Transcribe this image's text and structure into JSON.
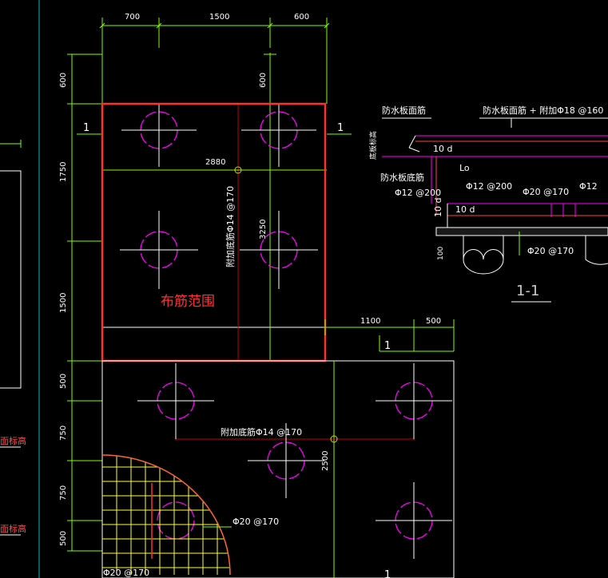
{
  "dims_top": [
    "700",
    "1500",
    "600"
  ],
  "dim_top_inner": "600",
  "dims_left": [
    "600",
    "1750",
    "1500",
    "500",
    "750",
    "750",
    "500"
  ],
  "dims_right": [
    "1100",
    "500"
  ],
  "dim_2880": "2880",
  "dim_3250": "3250",
  "dim_2500": "2500",
  "section_marks": [
    "1",
    "1",
    "1",
    "1"
  ],
  "range_label": "布筋范围",
  "vertical_rebar_label": "附加底筋Φ14 @170",
  "horizontal_rebar_label": "附加底筋Φ14 @170",
  "bottom_rebar_label": "Φ20 @170",
  "bottom_left_label": "Φ20 @170",
  "section": {
    "label_top_left": "防水板面筋",
    "label_top_right": "防水板面筋 + 附加Φ18 @160",
    "label_side": "底板标高",
    "label_bottom_left": "防水板底筋",
    "ten_d_1": "10 d",
    "ten_d_2": "10 d",
    "ten_d_3": "10 d",
    "lo": "Lo",
    "r_12_200_a": "Φ12 @200",
    "r_12_200_b": "Φ12 @200",
    "r_20_170_a": "Φ20 @170",
    "r_12_right": "Φ12",
    "r_20_170_b": "Φ20 @170",
    "dim_100": "100",
    "title": "1-1"
  },
  "left_labels": [
    "面标高",
    "面标高"
  ],
  "colors": {
    "background": "#000000",
    "dimension": "#7fff00",
    "boundary": "#ff3030",
    "pile": "#ff00ff",
    "rebar_line": "#c00000",
    "grid": "#ffff33",
    "outline": "#ffffff",
    "axis": "#00c0c0"
  }
}
